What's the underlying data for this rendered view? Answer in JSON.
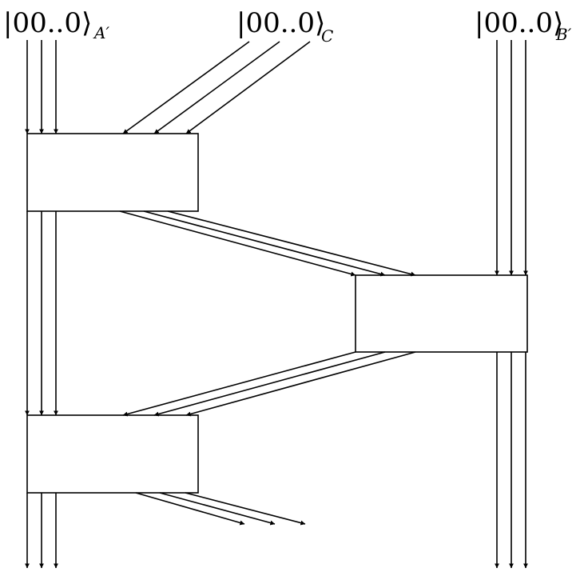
{
  "labels": {
    "a": {
      "ket": "|00..0⟩",
      "sub": "A′"
    },
    "c": {
      "ket": "|00..0⟩",
      "sub": "C"
    },
    "b": {
      "ket": "|00..0⟩",
      "sub": "B′"
    }
  }
}
